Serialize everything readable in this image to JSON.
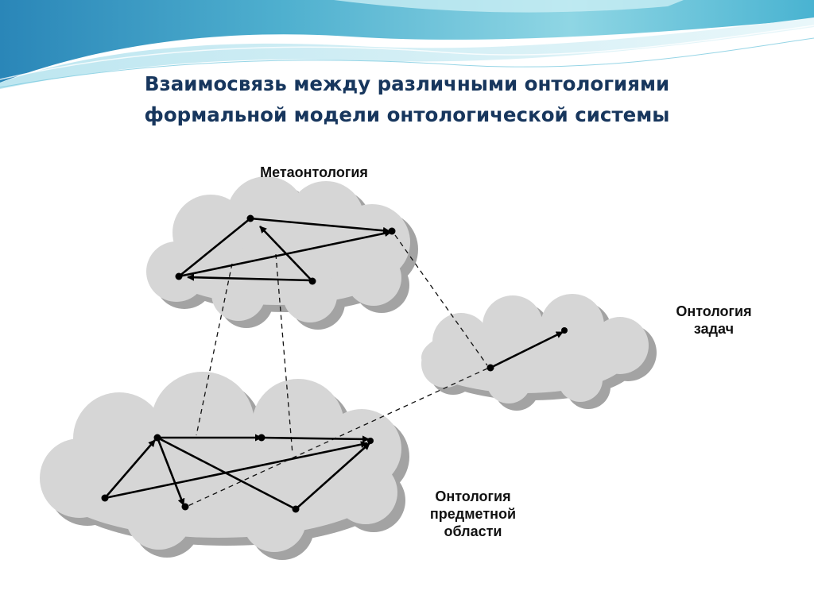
{
  "slide": {
    "title_line1": "Взаимосвязь между различными онтологиями",
    "title_line2": "формальной модели онтологической системы"
  },
  "diagram": {
    "clouds": {
      "meta": {
        "label": "Метаонтология"
      },
      "tasks": {
        "label_line1": "Онтология",
        "label_line2": "задач"
      },
      "domain": {
        "label_line1": "Онтология",
        "label_line2": "предметной",
        "label_line3": "области"
      }
    },
    "colors": {
      "cloud_fill": "#d6d6d6",
      "cloud_shadow": "#a3a3a3",
      "title": "#17365d",
      "ink": "#000000"
    }
  }
}
